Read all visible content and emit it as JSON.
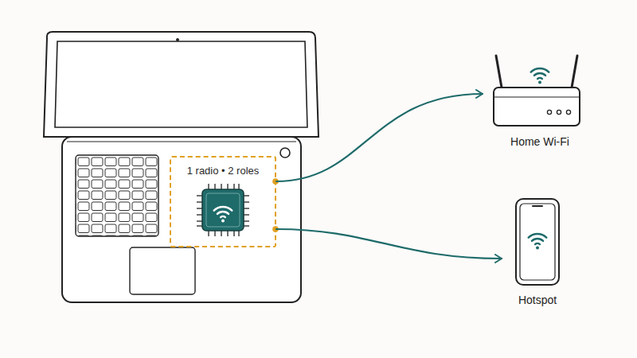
{
  "diagram": {
    "nodes": [
      {
        "text": [
          "1 radio • 2 roles"
        ]
      },
      {
        "text": [
          "Home Wi-Fi"
        ]
      },
      {
        "text": [
          "Hotspot"
        ]
      }
    ],
    "edges": [
      {
        "from": 0,
        "to": 1,
        "arrow": "to"
      },
      {
        "from": 0,
        "to": 2,
        "arrow": "to"
      }
    ]
  }
}
